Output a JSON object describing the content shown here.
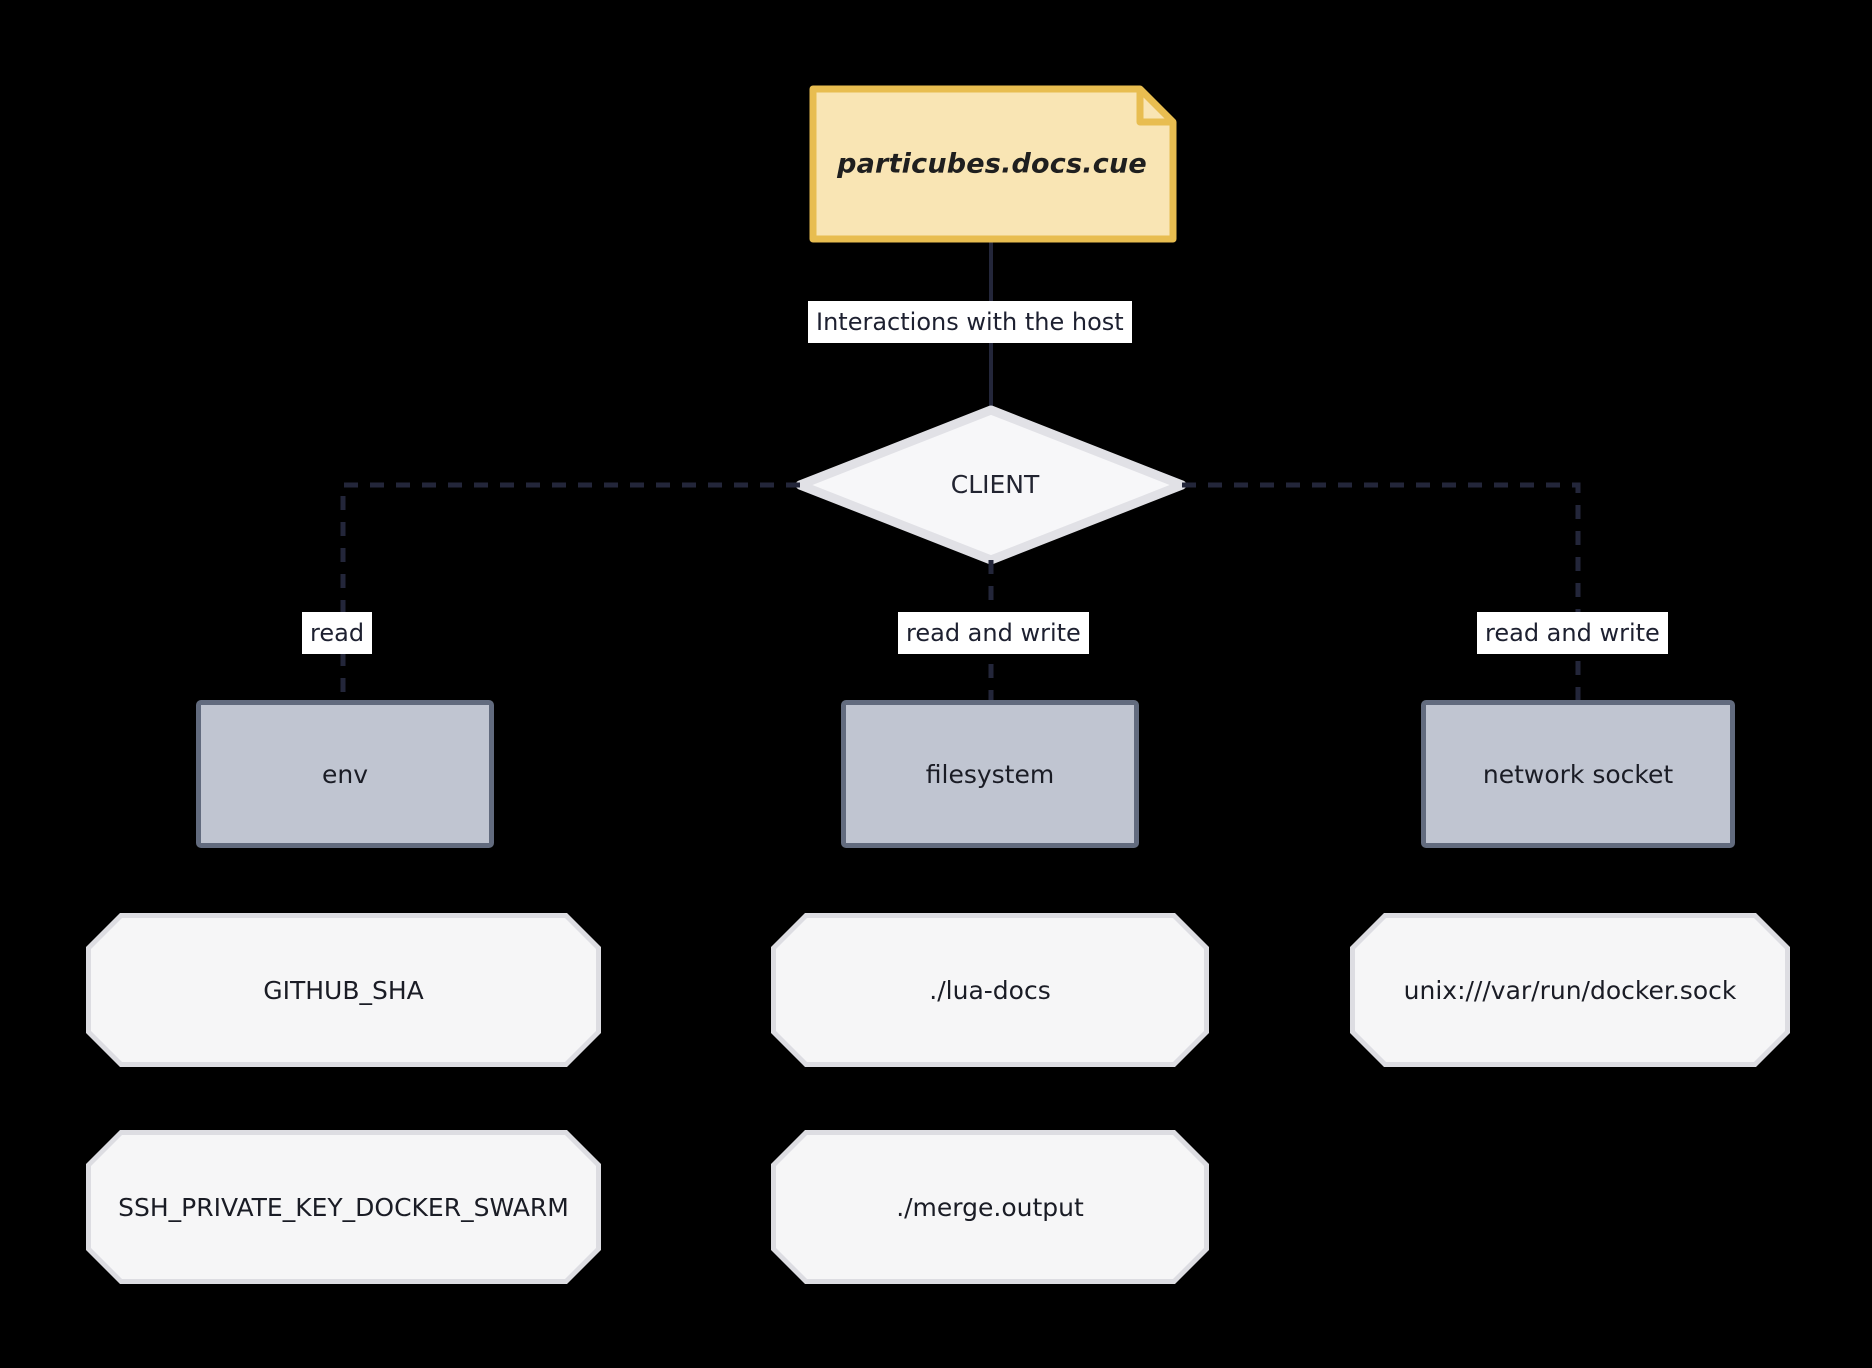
{
  "diagram": {
    "title_note": "particubes.docs.cue",
    "decision": "CLIENT",
    "background_color": "#000000",
    "note_fill": "#f9e5b4",
    "note_border": "#e8bd50",
    "decision_fill": "#f7f7f9",
    "decision_border": "#e0e0e4",
    "resource_fill": "#c0c5d1",
    "resource_border": "#626b7e",
    "value_fill": "#f6f6f7",
    "value_border": "#dddde2",
    "edge_color": "#23263a",
    "edge_label_bg": "#ffffff"
  },
  "edges": {
    "note_to_client": "Interactions with the host",
    "client_to_env": "read",
    "client_to_filesystem": "read and write",
    "client_to_network": "read and write"
  },
  "resources": [
    {
      "id": "env",
      "label": "env"
    },
    {
      "id": "filesystem",
      "label": "filesystem"
    },
    {
      "id": "network",
      "label": "network socket"
    }
  ],
  "values": [
    {
      "id": "github-sha",
      "label": "GITHUB_SHA"
    },
    {
      "id": "lua-docs",
      "label": "./lua-docs"
    },
    {
      "id": "docker-sock",
      "label": "unix:///var/run/docker.sock"
    },
    {
      "id": "ssh-key",
      "label": "SSH_PRIVATE_KEY_DOCKER_SWARM"
    },
    {
      "id": "merge-output",
      "label": "./merge.output"
    }
  ]
}
